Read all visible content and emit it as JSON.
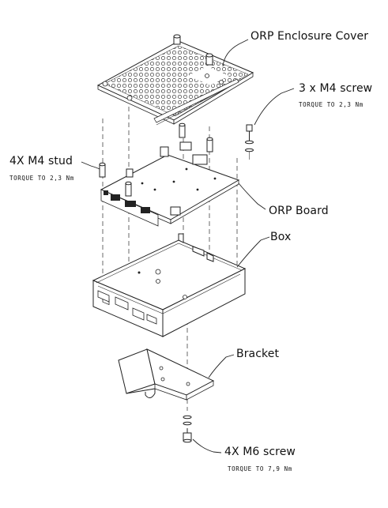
{
  "labels": {
    "cover": "ORP Enclosure Cover",
    "m4_screw": "3 x M4 screw",
    "m4_screw_torque": "TORQUE TO 2,3 Nm",
    "m4_stud": "4X M4 stud",
    "m4_stud_torque": "TORQUE TO 2,3 Nm",
    "board": "ORP Board",
    "box": "Box",
    "bracket": "Bracket",
    "m6_screw": "4X M6 screw",
    "m6_screw_torque": "TORQUE TO 7,9 Nm"
  },
  "colors": {
    "line": "#222222",
    "background": "#ffffff"
  }
}
